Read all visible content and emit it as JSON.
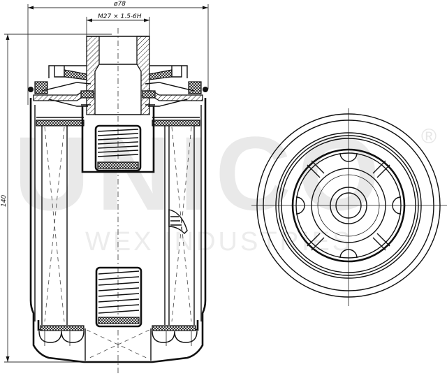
{
  "drawing": {
    "type": "technical engineering drawing",
    "subject": "spin-on oil filter — sectional side view and top (end) view",
    "views": [
      "section-view",
      "top-view"
    ]
  },
  "dimensions": {
    "diameter": "ø78",
    "thread": "M27 × 1.5-6H",
    "height": "140"
  },
  "watermark": {
    "brand": "UNICO",
    "registered_mark": "®",
    "subtitle": "WEX INDUSTRIES"
  },
  "colors": {
    "line": "#111111",
    "background": "#ffffff",
    "watermark": "#e9e9e9"
  }
}
